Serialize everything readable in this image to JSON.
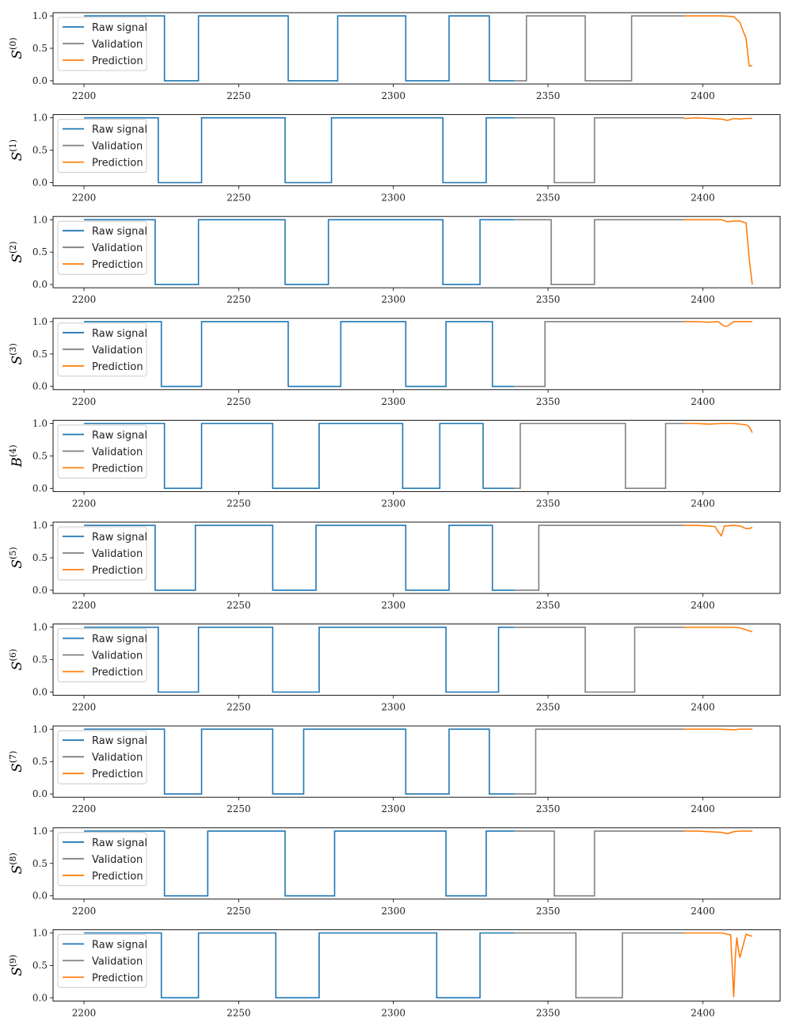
{
  "legend_labels": [
    "Raw signal",
    "Validation",
    "Prediction"
  ],
  "colors": {
    "raw": "#1f77b4",
    "validation": "#808080",
    "prediction": "#ff7f0e"
  },
  "chart_data": [
    {
      "type": "line",
      "ylabel": {
        "base": "S",
        "sup": "(0)"
      },
      "xlim": [
        2190,
        2425
      ],
      "ylim": [
        -0.05,
        1.05
      ],
      "xticks": [
        2200,
        2250,
        2300,
        2350,
        2400
      ],
      "yticks": [
        0.0,
        0.5,
        1.0
      ],
      "legend": "upper left",
      "series": [
        {
          "name": "Raw signal",
          "x": [
            2200,
            2226,
            2226,
            2237,
            2237,
            2266,
            2266,
            2282,
            2282,
            2304,
            2304,
            2318,
            2318,
            2331,
            2331,
            2339
          ],
          "y": [
            1,
            1,
            0,
            0,
            1,
            1,
            0,
            0,
            1,
            1,
            0,
            0,
            1,
            1,
            0,
            0
          ]
        },
        {
          "name": "Validation",
          "x": [
            2339,
            2343,
            2343,
            2362,
            2362,
            2377,
            2377,
            2394
          ],
          "y": [
            0,
            0,
            1,
            1,
            0,
            0,
            1,
            1
          ]
        },
        {
          "name": "Prediction",
          "x": [
            2394,
            2398,
            2402,
            2406,
            2410,
            2412,
            2414,
            2415,
            2416
          ],
          "y": [
            1,
            1,
            1,
            1,
            0.99,
            0.9,
            0.65,
            0.23,
            0.23
          ]
        }
      ]
    },
    {
      "type": "line",
      "ylabel": {
        "base": "S",
        "sup": "(1)"
      },
      "xlim": [
        2190,
        2425
      ],
      "ylim": [
        -0.05,
        1.05
      ],
      "xticks": [
        2200,
        2250,
        2300,
        2350,
        2400
      ],
      "yticks": [
        0.0,
        0.5,
        1.0
      ],
      "legend": "upper left",
      "series": [
        {
          "name": "Raw signal",
          "x": [
            2200,
            2224,
            2224,
            2238,
            2238,
            2265,
            2265,
            2280,
            2280,
            2316,
            2316,
            2330,
            2330,
            2339
          ],
          "y": [
            1,
            1,
            0,
            0,
            1,
            1,
            0,
            0,
            1,
            1,
            0,
            0,
            1,
            1
          ]
        },
        {
          "name": "Validation",
          "x": [
            2339,
            2352,
            2352,
            2365,
            2365,
            2394
          ],
          "y": [
            1,
            1,
            0,
            0,
            1,
            1
          ]
        },
        {
          "name": "Prediction",
          "x": [
            2394,
            2398,
            2402,
            2406,
            2408,
            2410,
            2412,
            2414,
            2416
          ],
          "y": [
            0.99,
            1,
            0.99,
            0.98,
            0.96,
            0.99,
            0.98,
            0.99,
            0.99
          ]
        }
      ]
    },
    {
      "type": "line",
      "ylabel": {
        "base": "S",
        "sup": "(2)"
      },
      "xlim": [
        2190,
        2425
      ],
      "ylim": [
        -0.05,
        1.05
      ],
      "xticks": [
        2200,
        2250,
        2300,
        2350,
        2400
      ],
      "yticks": [
        0.0,
        0.5,
        1.0
      ],
      "legend": "upper left",
      "series": [
        {
          "name": "Raw signal",
          "x": [
            2200,
            2223,
            2223,
            2237,
            2237,
            2265,
            2265,
            2279,
            2279,
            2316,
            2316,
            2328,
            2328,
            2339
          ],
          "y": [
            1,
            1,
            0,
            0,
            1,
            1,
            0,
            0,
            1,
            1,
            0,
            0,
            1,
            1
          ]
        },
        {
          "name": "Validation",
          "x": [
            2339,
            2351,
            2351,
            2365,
            2365,
            2394
          ],
          "y": [
            1,
            1,
            0,
            0,
            1,
            1
          ]
        },
        {
          "name": "Prediction",
          "x": [
            2394,
            2398,
            2402,
            2406,
            2408,
            2410,
            2412,
            2414,
            2415,
            2416
          ],
          "y": [
            1,
            1,
            1,
            1,
            0.97,
            0.98,
            0.98,
            0.95,
            0.4,
            0.0
          ]
        }
      ]
    },
    {
      "type": "line",
      "ylabel": {
        "base": "S",
        "sup": "(3)"
      },
      "xlim": [
        2190,
        2425
      ],
      "ylim": [
        -0.05,
        1.05
      ],
      "xticks": [
        2200,
        2250,
        2300,
        2350,
        2400
      ],
      "yticks": [
        0.0,
        0.5,
        1.0
      ],
      "legend": "upper left",
      "series": [
        {
          "name": "Raw signal",
          "x": [
            2200,
            2225,
            2225,
            2238,
            2238,
            2266,
            2266,
            2283,
            2283,
            2304,
            2304,
            2317,
            2317,
            2332,
            2332,
            2339
          ],
          "y": [
            1,
            1,
            0,
            0,
            1,
            1,
            0,
            0,
            1,
            1,
            0,
            0,
            1,
            1,
            0,
            0
          ]
        },
        {
          "name": "Validation",
          "x": [
            2339,
            2349,
            2349,
            2394
          ],
          "y": [
            0,
            0,
            1,
            1
          ]
        },
        {
          "name": "Prediction",
          "x": [
            2394,
            2398,
            2402,
            2405,
            2406,
            2407,
            2408,
            2410,
            2412,
            2414,
            2416
          ],
          "y": [
            1,
            1,
            0.99,
            1,
            0.96,
            0.93,
            0.93,
            1,
            1,
            1,
            1
          ]
        }
      ]
    },
    {
      "type": "line",
      "ylabel": {
        "base": "B",
        "sup": "(4)"
      },
      "xlim": [
        2190,
        2425
      ],
      "ylim": [
        -0.05,
        1.05
      ],
      "xticks": [
        2200,
        2250,
        2300,
        2350,
        2400
      ],
      "yticks": [
        0.0,
        0.5,
        1.0
      ],
      "legend": "upper left",
      "series": [
        {
          "name": "Raw signal",
          "x": [
            2200,
            2226,
            2226,
            2238,
            2238,
            2261,
            2261,
            2276,
            2276,
            2303,
            2303,
            2315,
            2315,
            2329,
            2329,
            2339
          ],
          "y": [
            1,
            1,
            0,
            0,
            1,
            1,
            0,
            0,
            1,
            1,
            0,
            0,
            1,
            1,
            0,
            0
          ]
        },
        {
          "name": "Validation",
          "x": [
            2339,
            2341,
            2341,
            2375,
            2375,
            2388,
            2388,
            2394
          ],
          "y": [
            0,
            0,
            1,
            1,
            0,
            0,
            1,
            1
          ]
        },
        {
          "name": "Prediction",
          "x": [
            2394,
            2398,
            2402,
            2406,
            2410,
            2412,
            2414,
            2415,
            2416
          ],
          "y": [
            1,
            1,
            0.99,
            1,
            1,
            0.99,
            0.98,
            0.95,
            0.86
          ]
        }
      ]
    },
    {
      "type": "line",
      "ylabel": {
        "base": "S",
        "sup": "(5)"
      },
      "xlim": [
        2190,
        2425
      ],
      "ylim": [
        -0.05,
        1.05
      ],
      "xticks": [
        2200,
        2250,
        2300,
        2350,
        2400
      ],
      "yticks": [
        0.0,
        0.5,
        1.0
      ],
      "legend": "upper left",
      "series": [
        {
          "name": "Raw signal",
          "x": [
            2200,
            2223,
            2223,
            2236,
            2236,
            2261,
            2261,
            2275,
            2275,
            2304,
            2304,
            2318,
            2318,
            2332,
            2332,
            2339
          ],
          "y": [
            1,
            1,
            0,
            0,
            1,
            1,
            0,
            0,
            1,
            1,
            0,
            0,
            1,
            1,
            0,
            0
          ]
        },
        {
          "name": "Validation",
          "x": [
            2339,
            2347,
            2347,
            2394
          ],
          "y": [
            0,
            0,
            1,
            1
          ]
        },
        {
          "name": "Prediction",
          "x": [
            2394,
            2398,
            2402,
            2404,
            2405,
            2406,
            2407,
            2410,
            2412,
            2414,
            2415,
            2416
          ],
          "y": [
            1,
            1,
            0.99,
            0.98,
            0.9,
            0.84,
            0.99,
            1,
            0.99,
            0.95,
            0.95,
            0.97
          ]
        }
      ]
    },
    {
      "type": "line",
      "ylabel": {
        "base": "S",
        "sup": "(6)"
      },
      "xlim": [
        2190,
        2425
      ],
      "ylim": [
        -0.05,
        1.05
      ],
      "xticks": [
        2200,
        2250,
        2300,
        2350,
        2400
      ],
      "yticks": [
        0.0,
        0.5,
        1.0
      ],
      "legend": "upper left",
      "series": [
        {
          "name": "Raw signal",
          "x": [
            2200,
            2224,
            2224,
            2237,
            2237,
            2261,
            2261,
            2276,
            2276,
            2317,
            2317,
            2334,
            2334,
            2339
          ],
          "y": [
            1,
            1,
            0,
            0,
            1,
            1,
            0,
            0,
            1,
            1,
            0,
            0,
            1,
            1
          ]
        },
        {
          "name": "Validation",
          "x": [
            2339,
            2362,
            2362,
            2378,
            2378,
            2394
          ],
          "y": [
            1,
            1,
            0,
            0,
            1,
            1
          ]
        },
        {
          "name": "Prediction",
          "x": [
            2394,
            2398,
            2402,
            2406,
            2410,
            2412,
            2414,
            2416
          ],
          "y": [
            1,
            1,
            1,
            1,
            1,
            0.99,
            0.96,
            0.93
          ]
        }
      ]
    },
    {
      "type": "line",
      "ylabel": {
        "base": "S",
        "sup": "(7)"
      },
      "xlim": [
        2190,
        2425
      ],
      "ylim": [
        -0.05,
        1.05
      ],
      "xticks": [
        2200,
        2250,
        2300,
        2350,
        2400
      ],
      "yticks": [
        0.0,
        0.5,
        1.0
      ],
      "legend": "upper left",
      "series": [
        {
          "name": "Raw signal",
          "x": [
            2200,
            2226,
            2226,
            2238,
            2238,
            2261,
            2261,
            2271,
            2271,
            2304,
            2304,
            2318,
            2318,
            2331,
            2331,
            2339
          ],
          "y": [
            1,
            1,
            0,
            0,
            1,
            1,
            0,
            0,
            1,
            1,
            0,
            0,
            1,
            1,
            0,
            0
          ]
        },
        {
          "name": "Validation",
          "x": [
            2339,
            2346,
            2346,
            2394
          ],
          "y": [
            0,
            0,
            1,
            1
          ]
        },
        {
          "name": "Prediction",
          "x": [
            2394,
            2398,
            2402,
            2406,
            2410,
            2412,
            2414,
            2416
          ],
          "y": [
            1,
            1,
            1,
            1,
            0.99,
            1,
            1,
            1
          ]
        }
      ]
    },
    {
      "type": "line",
      "ylabel": {
        "base": "S",
        "sup": "(8)"
      },
      "xlim": [
        2190,
        2425
      ],
      "ylim": [
        -0.05,
        1.05
      ],
      "xticks": [
        2200,
        2250,
        2300,
        2350,
        2400
      ],
      "yticks": [
        0.0,
        0.5,
        1.0
      ],
      "legend": "upper left",
      "series": [
        {
          "name": "Raw signal",
          "x": [
            2200,
            2226,
            2226,
            2240,
            2240,
            2265,
            2265,
            2281,
            2281,
            2317,
            2317,
            2330,
            2330,
            2339
          ],
          "y": [
            1,
            1,
            0,
            0,
            1,
            1,
            0,
            0,
            1,
            1,
            0,
            0,
            1,
            1
          ]
        },
        {
          "name": "Validation",
          "x": [
            2339,
            2352,
            2352,
            2365,
            2365,
            2394
          ],
          "y": [
            1,
            1,
            0,
            0,
            1,
            1
          ]
        },
        {
          "name": "Prediction",
          "x": [
            2394,
            2398,
            2402,
            2406,
            2408,
            2410,
            2412,
            2414,
            2416
          ],
          "y": [
            1,
            1,
            0.99,
            0.98,
            0.96,
            0.99,
            1,
            1,
            1
          ]
        }
      ]
    },
    {
      "type": "line",
      "ylabel": {
        "base": "S",
        "sup": "(9)"
      },
      "xlim": [
        2190,
        2425
      ],
      "ylim": [
        -0.05,
        1.05
      ],
      "xticks": [
        2200,
        2250,
        2300,
        2350,
        2400
      ],
      "yticks": [
        0.0,
        0.5,
        1.0
      ],
      "legend": "upper left",
      "series": [
        {
          "name": "Raw signal",
          "x": [
            2200,
            2225,
            2225,
            2237,
            2237,
            2262,
            2262,
            2276,
            2276,
            2314,
            2314,
            2328,
            2328,
            2339
          ],
          "y": [
            1,
            1,
            0,
            0,
            1,
            1,
            0,
            0,
            1,
            1,
            0,
            0,
            1,
            1
          ]
        },
        {
          "name": "Validation",
          "x": [
            2339,
            2359,
            2359,
            2374,
            2374,
            2394
          ],
          "y": [
            1,
            1,
            0,
            0,
            1,
            1
          ]
        },
        {
          "name": "Prediction",
          "x": [
            2394,
            2398,
            2402,
            2406,
            2408,
            2409,
            2409.5,
            2410,
            2410.5,
            2411,
            2411.5,
            2412,
            2413,
            2414,
            2415,
            2416
          ],
          "y": [
            1,
            1,
            1,
            1,
            0.98,
            0.97,
            0.5,
            0.01,
            0.6,
            0.93,
            0.75,
            0.62,
            0.8,
            0.98,
            0.96,
            0.95
          ]
        }
      ]
    }
  ]
}
